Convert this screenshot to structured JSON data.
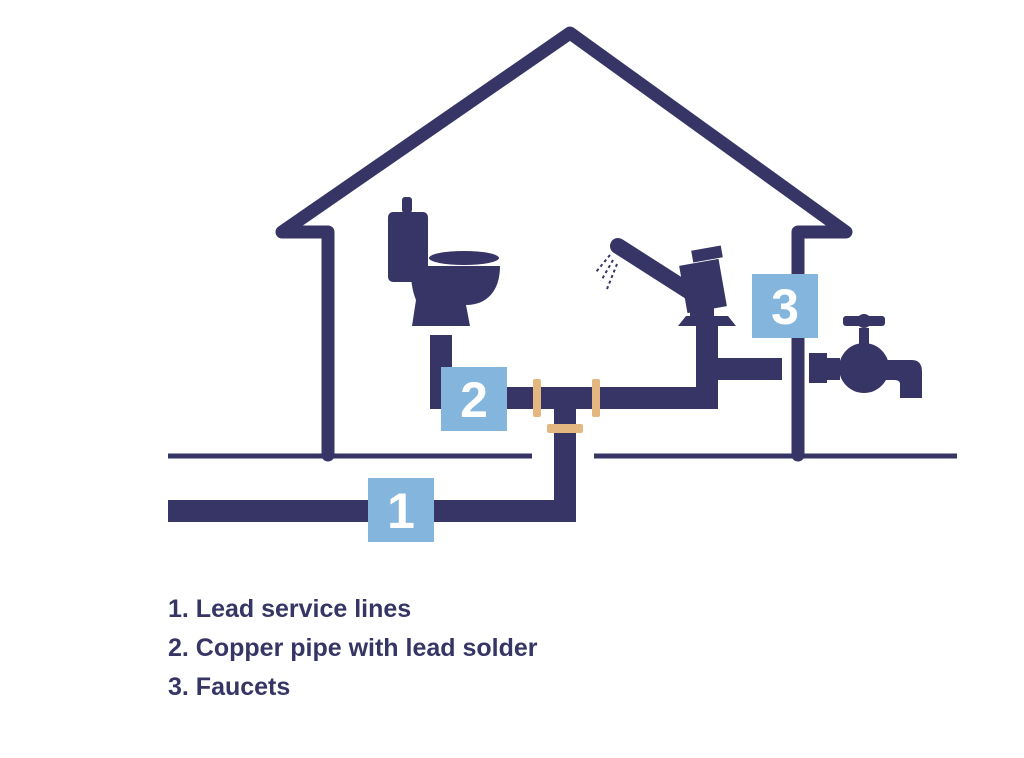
{
  "badges": [
    {
      "number": "1"
    },
    {
      "number": "2"
    },
    {
      "number": "3"
    }
  ],
  "legend": [
    "1. Lead service lines",
    "2. Copper pipe with lead solder",
    "3. Faucets"
  ],
  "colors": {
    "outline": "#363565",
    "badge": "#84b5dd",
    "solder": "#e3b77f",
    "background": "#ffffff"
  }
}
